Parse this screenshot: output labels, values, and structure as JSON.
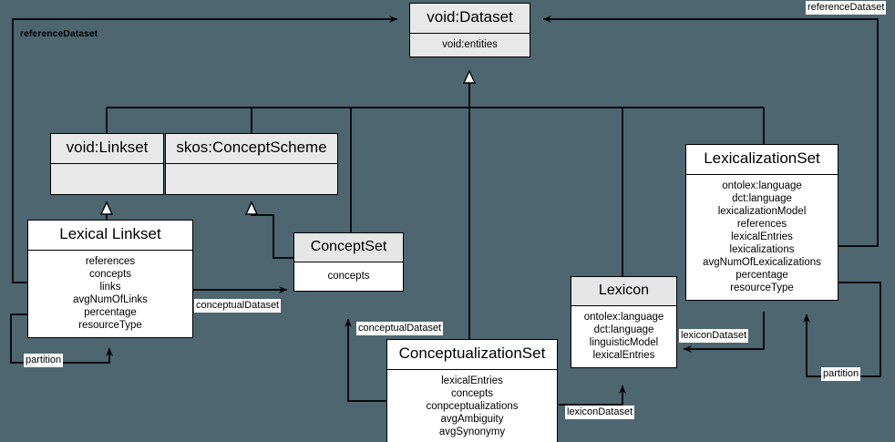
{
  "diagram": {
    "title": "void:Dataset lexicographic extension UML class diagram",
    "background_color": "#4d6670",
    "box_fill_white": "#ffffff",
    "box_fill_gray": "#e8e8e8",
    "line_color": "#000000"
  },
  "classes": {
    "void_dataset": {
      "name": "void:Dataset",
      "attributes": [
        "void:entities"
      ]
    },
    "void_linkset": {
      "name": "void:Linkset",
      "attributes": []
    },
    "skos_conceptscheme": {
      "name": "skos:ConceptScheme",
      "attributes": []
    },
    "lexical_linkset": {
      "name": "Lexical Linkset",
      "attributes": [
        "references",
        "concepts",
        "links",
        "avgNumOfLinks",
        "percentage",
        "resourceType"
      ]
    },
    "conceptset": {
      "name": "ConceptSet",
      "attributes": [
        "concepts"
      ]
    },
    "lexicalizationset": {
      "name": "LexicalizationSet",
      "attributes": [
        "ontolex:language",
        "dct:language",
        "lexicalizationModel",
        "references",
        "lexicalEntries",
        "lexicalizations",
        "avgNumOfLexicalizations",
        "percentage",
        "resourceType"
      ]
    },
    "lexicon": {
      "name": "Lexicon",
      "attributes": [
        "ontolex:language",
        "dct:language",
        "linguisticModel",
        "lexicalEntries"
      ]
    },
    "conceptualizationset": {
      "name": "ConceptualizationSet",
      "attributes": [
        "lexicalEntries",
        "concepts",
        "conpceptualizations",
        "avgAmbiguity",
        "avgSynonymy"
      ]
    }
  },
  "edge_labels": {
    "reference_dataset_topright": "referenceDataset",
    "reference_dataset_topleft": "referenceDataset",
    "conceptual_dataset_left": "conceptualDataset",
    "conceptual_dataset_mid": "conceptualDataset",
    "lexicon_dataset_right": "lexiconDataset",
    "lexicon_dataset_bottom": "lexiconDataset",
    "partition_left": "partition",
    "partition_right": "partition"
  }
}
